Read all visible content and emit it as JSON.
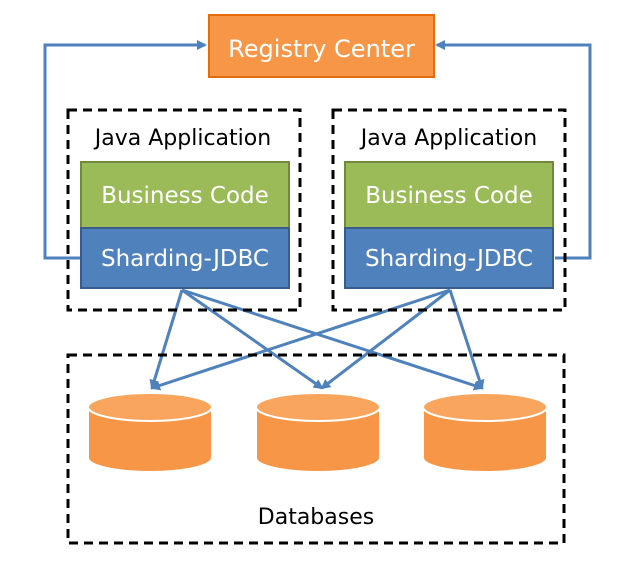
{
  "registry": {
    "label": "Registry Center",
    "fill": "#F79646",
    "stroke": "#E46C0A",
    "text_color": "#FFFFFF"
  },
  "applications": [
    {
      "title": "Java Application",
      "business_label": "Business Code",
      "sharding_label": "Sharding-JDBC"
    },
    {
      "title": "Java Application",
      "business_label": "Business Code",
      "sharding_label": "Sharding-JDBC"
    }
  ],
  "databases": {
    "label": "Databases",
    "count": 3,
    "fill": "#F79646",
    "top_fill": "#F9A55E",
    "stroke": "#FFFFFF"
  },
  "colors": {
    "business_fill": "#9BBB59",
    "business_stroke": "#71893F",
    "sharding_fill": "#4F81BD",
    "sharding_stroke": "#385D8A",
    "connector": "#4F81BD",
    "dashed_border": "#000000",
    "text_light": "#FFFFFF",
    "text_dark": "#000000"
  }
}
